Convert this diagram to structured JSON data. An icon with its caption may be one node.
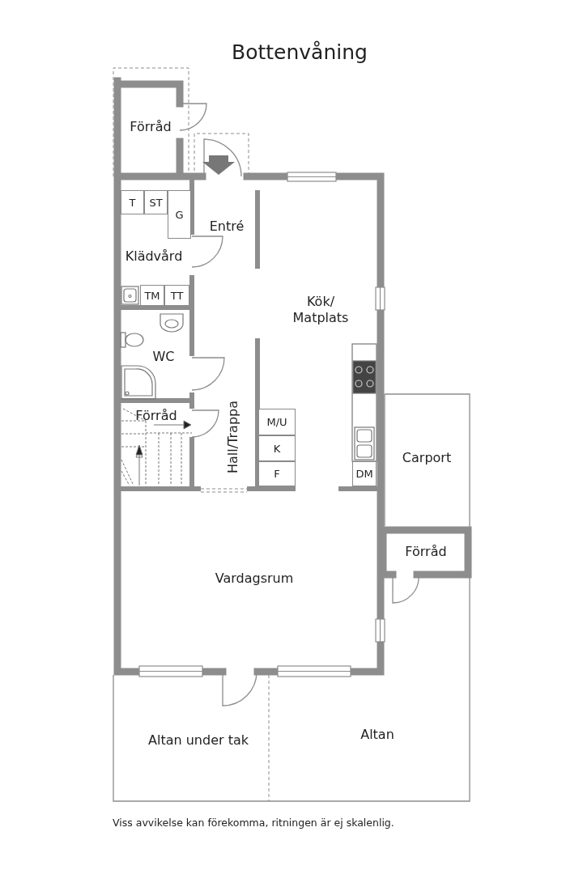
{
  "diagram": {
    "title": "Bottenvåning",
    "caption": "Viss avvikelse kan förekomma, ritningen är ej skalenlig.",
    "nodes": [
      {
        "text": [
          "Förråd"
        ]
      },
      {
        "text": [
          "Klädvård"
        ]
      },
      {
        "text": [
          "T"
        ],
        "in": 1
      },
      {
        "text": [
          "ST"
        ],
        "in": 1
      },
      {
        "text": [
          "G"
        ],
        "in": 1
      },
      {
        "text": [
          "Entré"
        ]
      },
      {
        "text": [
          "TM"
        ],
        "in": 1
      },
      {
        "text": [
          "TT"
        ],
        "in": 1
      },
      {
        "text": [
          "Kök/ Matplats"
        ]
      },
      {
        "text": [
          "WC"
        ]
      },
      {
        "text": [
          "Förråd"
        ]
      },
      {
        "text": [
          "Hall/Trappa"
        ]
      },
      {
        "text": [
          "M/U"
        ],
        "in": 8
      },
      {
        "text": [
          "K"
        ],
        "in": 8
      },
      {
        "text": [
          "F"
        ],
        "in": 8
      },
      {
        "text": [
          "DM"
        ],
        "in": 8
      },
      {
        "text": [
          "Carport"
        ]
      },
      {
        "text": [
          "Förråd"
        ]
      },
      {
        "text": [
          "Vardagsrum"
        ]
      },
      {
        "text": [
          "Altan under tak"
        ]
      },
      {
        "text": [
          "Altan"
        ]
      }
    ],
    "edges": []
  }
}
